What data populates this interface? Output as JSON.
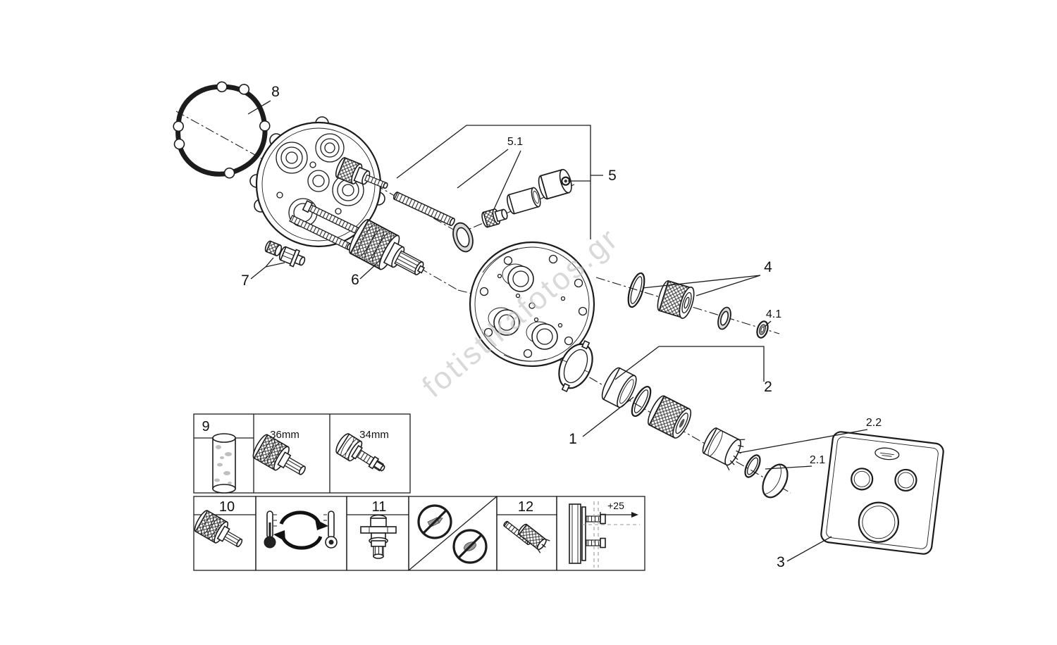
{
  "colors": {
    "ink": "#1c1c1c",
    "shade_gray": "#d9d9d9",
    "dark_gray": "#9a9a9a",
    "watermark": "#c2c2c2",
    "background": "#ffffff"
  },
  "watermark": {
    "text": "fotistikafotos.gr"
  },
  "callouts": {
    "n1": "1",
    "n2": "2",
    "n2_1": "2.1",
    "n2_2": "2.2",
    "n3": "3",
    "n4": "4",
    "n4_1": "4.1",
    "n5": "5",
    "n5_1": "5.1",
    "n6": "6",
    "n7": "7",
    "n8": "8",
    "n9": "9",
    "n10": "10",
    "n11": "11",
    "n12": "12"
  },
  "dimensions": {
    "cartridge_wide": "36mm",
    "cartridge_narrow": "34mm",
    "depth_offset": "+25"
  },
  "icons": {
    "thermometer_left": "thermometer-filled-icon",
    "thermometer_right": "thermometer-outline-icon",
    "cycle": "circular-arrows-icon",
    "prohibition_top": "no-grease-circle-icon",
    "prohibition_bottom": "no-lubricant-circle-icon",
    "brand_logo": "grohe-oval-logo-icon"
  }
}
